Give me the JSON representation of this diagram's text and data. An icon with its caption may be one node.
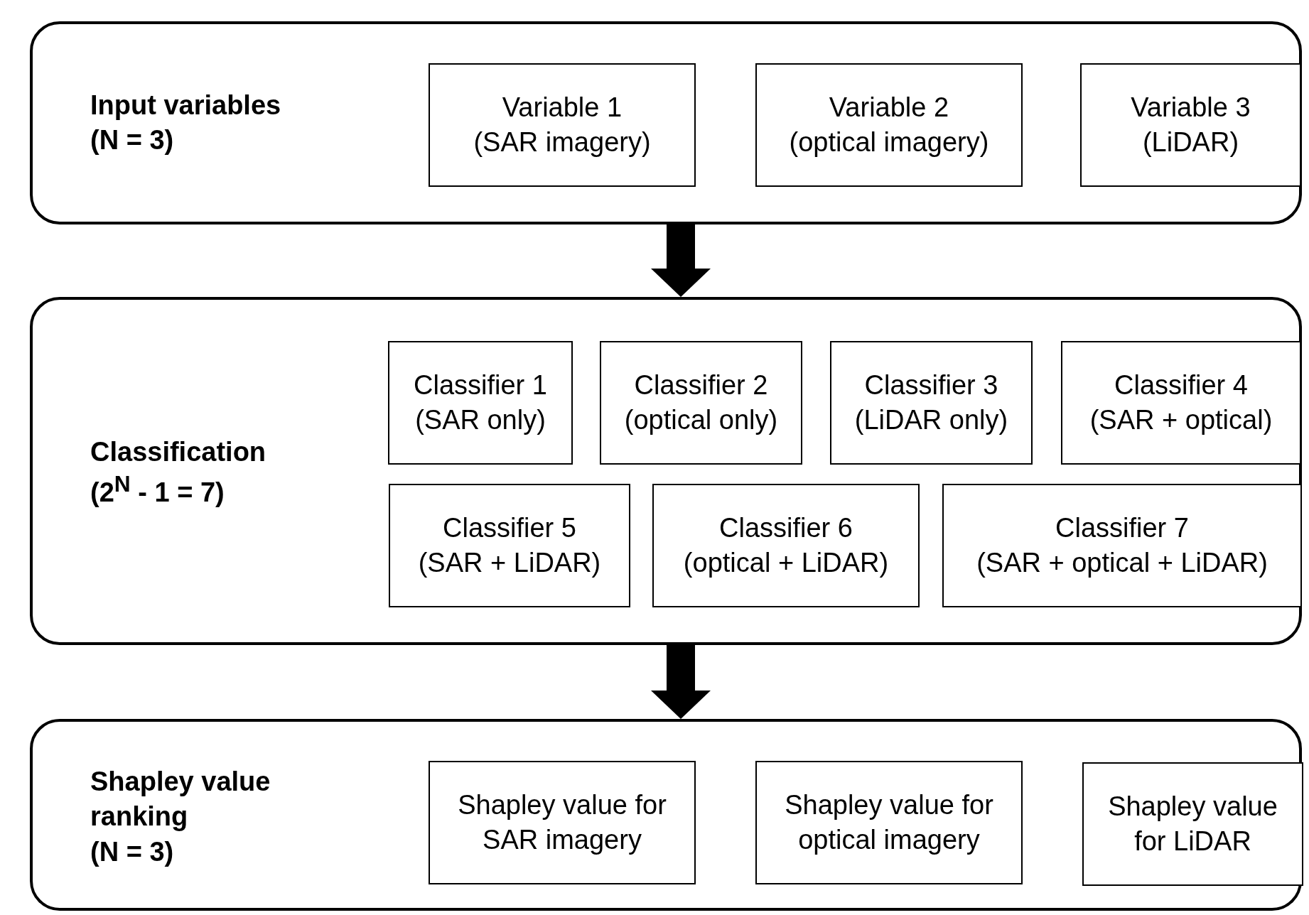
{
  "diagram": {
    "nodes": [
      {
        "text": [
          "Input variables (N = 3)"
        ]
      },
      {
        "text": [
          "Variable 1 (SAR imagery)"
        ],
        "in": 0
      },
      {
        "text": [
          "Variable 2 (optical imagery)"
        ],
        "in": 0
      },
      {
        "text": [
          "Variable 3 (LiDAR)"
        ],
        "in": 0
      },
      {
        "text": [
          "Classification (2$^{N}$ - 1 = 7)"
        ]
      },
      {
        "text": [
          "Classifier 1 (SAR only)"
        ],
        "in": 4
      },
      {
        "text": [
          "Classifier 2 (optical only)"
        ],
        "in": 4
      },
      {
        "text": [
          "Classifier 3 (LiDAR only)"
        ],
        "in": 4
      },
      {
        "text": [
          "Classifier 4 (SAR + optical)"
        ],
        "in": 4
      },
      {
        "text": [
          "Classifier 5 (SAR + LiDAR)"
        ],
        "in": 4
      },
      {
        "text": [
          "Classifier 6 (optical + LiDAR)"
        ],
        "in": 4
      },
      {
        "text": [
          "Classifier 7 (SAR + optical + LiDAR)"
        ],
        "in": 4
      },
      {
        "text": [
          "Shapley value ranking (N = 3)"
        ]
      },
      {
        "text": [
          "Shapley value for SAR imagery"
        ],
        "in": 12
      },
      {
        "text": [
          "Shapley value for optical imagery"
        ],
        "in": 12
      },
      {
        "text": [
          "Shapley value for LiDAR"
        ],
        "in": 12
      }
    ],
    "edges": [
      {
        "from": 0,
        "to": 4,
        "arrow": "to"
      },
      {
        "from": 4,
        "to": 12,
        "arrow": "to"
      }
    ]
  }
}
